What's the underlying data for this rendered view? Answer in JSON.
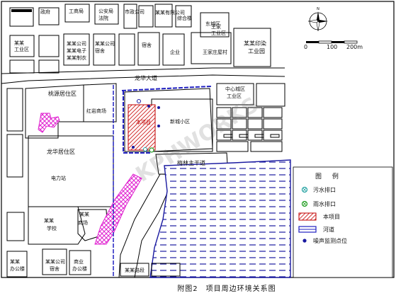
{
  "map": {
    "labels": {
      "top_left_1": "政府",
      "top_left_2": "工商局",
      "top_left_3": "公安局",
      "top_left_4": "法院",
      "top_mid_1": "市政公司",
      "top_mid_2": "某某有限公司",
      "top_mid_3": "综合楼",
      "top_mid_4": "东城区",
      "left_block_1": "某某",
      "left_block_2": "工业区",
      "mid_block_1": "某某公司",
      "mid_block_2": "某某电子",
      "mid_block_3": "某某制衣",
      "right_top_1": "王家",
      "right_top_2": "工业区",
      "right_top_3": "企业",
      "right_label_1": "某某印染",
      "right_label_2": "工业园",
      "right_pr": "王家庄屋村",
      "right_pr_2": "工业园",
      "mid_r_1": "某某公司",
      "mid_r_2": "宿舍",
      "mid_r_3": "宿舍",
      "road_top": "龙华大道",
      "left_resid_1": "桃源居住区",
      "left_resid_2": "红岩商场",
      "project_lbl": "本项目",
      "residential": "新城小区",
      "right_cluster_1": "中心城区",
      "right_cluster_2": "工业区",
      "left_mid": "龙华居住区",
      "dianli": "电力站",
      "road_mid": "梅林主干道",
      "bottom_left_1": "某某",
      "bottom_left_2": "学校",
      "bottom_mid_1": "某某",
      "bottom_mid_2": "商场",
      "bottom_row_1": "某某",
      "bottom_row_2": "办公楼",
      "bottom_row_3": "某某公司",
      "bottom_row_4": "宿舍",
      "bottom_row_5": "商业",
      "bottom_row_6": "办公楼",
      "bottom_right_road": "某某路段"
    },
    "scale": {
      "zero": "0",
      "mid": "100",
      "end": "200m"
    },
    "caption": "附图2　项目周边环境关系图"
  },
  "legend": {
    "title": "图 例",
    "items": [
      {
        "label": "污水排口",
        "symbol": "sewage-outlet-icon"
      },
      {
        "label": "雨水排口",
        "symbol": "rain-outlet-icon"
      },
      {
        "label": "本项目",
        "symbol": "project-area-swatch"
      },
      {
        "label": "河道",
        "symbol": "river-swatch"
      },
      {
        "label": "噪声监测点位",
        "symbol": "noise-point-icon"
      }
    ]
  },
  "watermark": "KPHWORKS"
}
